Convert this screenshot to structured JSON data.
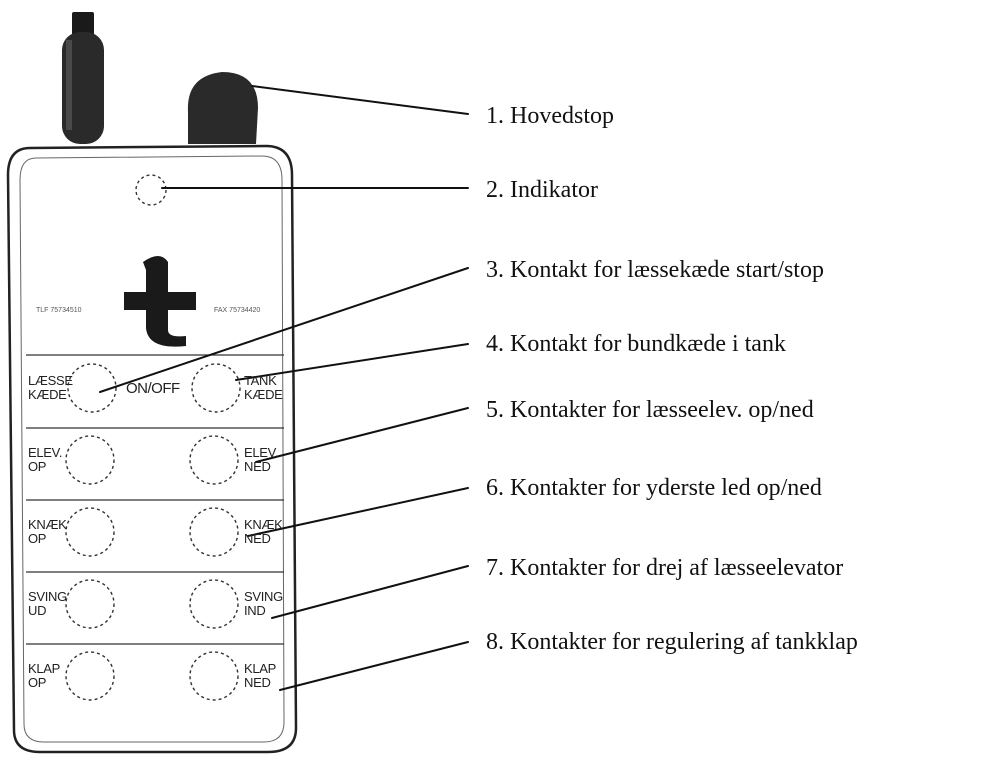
{
  "callouts": [
    "1. Hovedstop",
    "2. Indikator",
    "3. Kontakt for læssekæde start/stop",
    "4. Kontakt for bundkæde i tank",
    "5. Kontakter for læsseelev. op/ned",
    "6. Kontakter for yderste led op/ned",
    "7. Kontakter for drej af læsseelevator",
    "8. Kontakter for regulering af tankklap"
  ],
  "remote": {
    "small_text_left": "TLF 75734510",
    "small_text_right": "FAX 75734420",
    "on_off_label": "ON/OFF",
    "rows": [
      {
        "left": [
          "LÆSSE",
          "KÆDE"
        ],
        "right": [
          "TANK",
          "KÆDE"
        ]
      },
      {
        "left": [
          "ELEV.",
          "OP"
        ],
        "right": [
          "ELEV.",
          "NED"
        ]
      },
      {
        "left": [
          "KNÆK",
          "OP"
        ],
        "right": [
          "KNÆK",
          "NED"
        ]
      },
      {
        "left": [
          "SVING",
          "UD"
        ],
        "right": [
          "SVING",
          "IND"
        ]
      },
      {
        "left": [
          "KLAP",
          "OP"
        ],
        "right": [
          "KLAP",
          "NED"
        ]
      }
    ]
  },
  "colors": {
    "ink": "#111111",
    "knob": "#2a2a2a",
    "outline": "#333333"
  }
}
